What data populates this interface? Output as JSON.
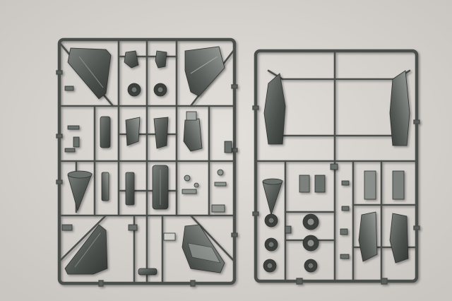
{
  "scene": {
    "background_color": "#d9d6d2",
    "plastic_color": "#4f5450",
    "plastic_highlight": "#8a8f8b",
    "plastic_shadow": "#2f3330"
  },
  "sprues": [
    {
      "name": "left-sprue-frame",
      "part_count": 30
    },
    {
      "name": "right-sprue-frame",
      "part_count": 20
    }
  ]
}
